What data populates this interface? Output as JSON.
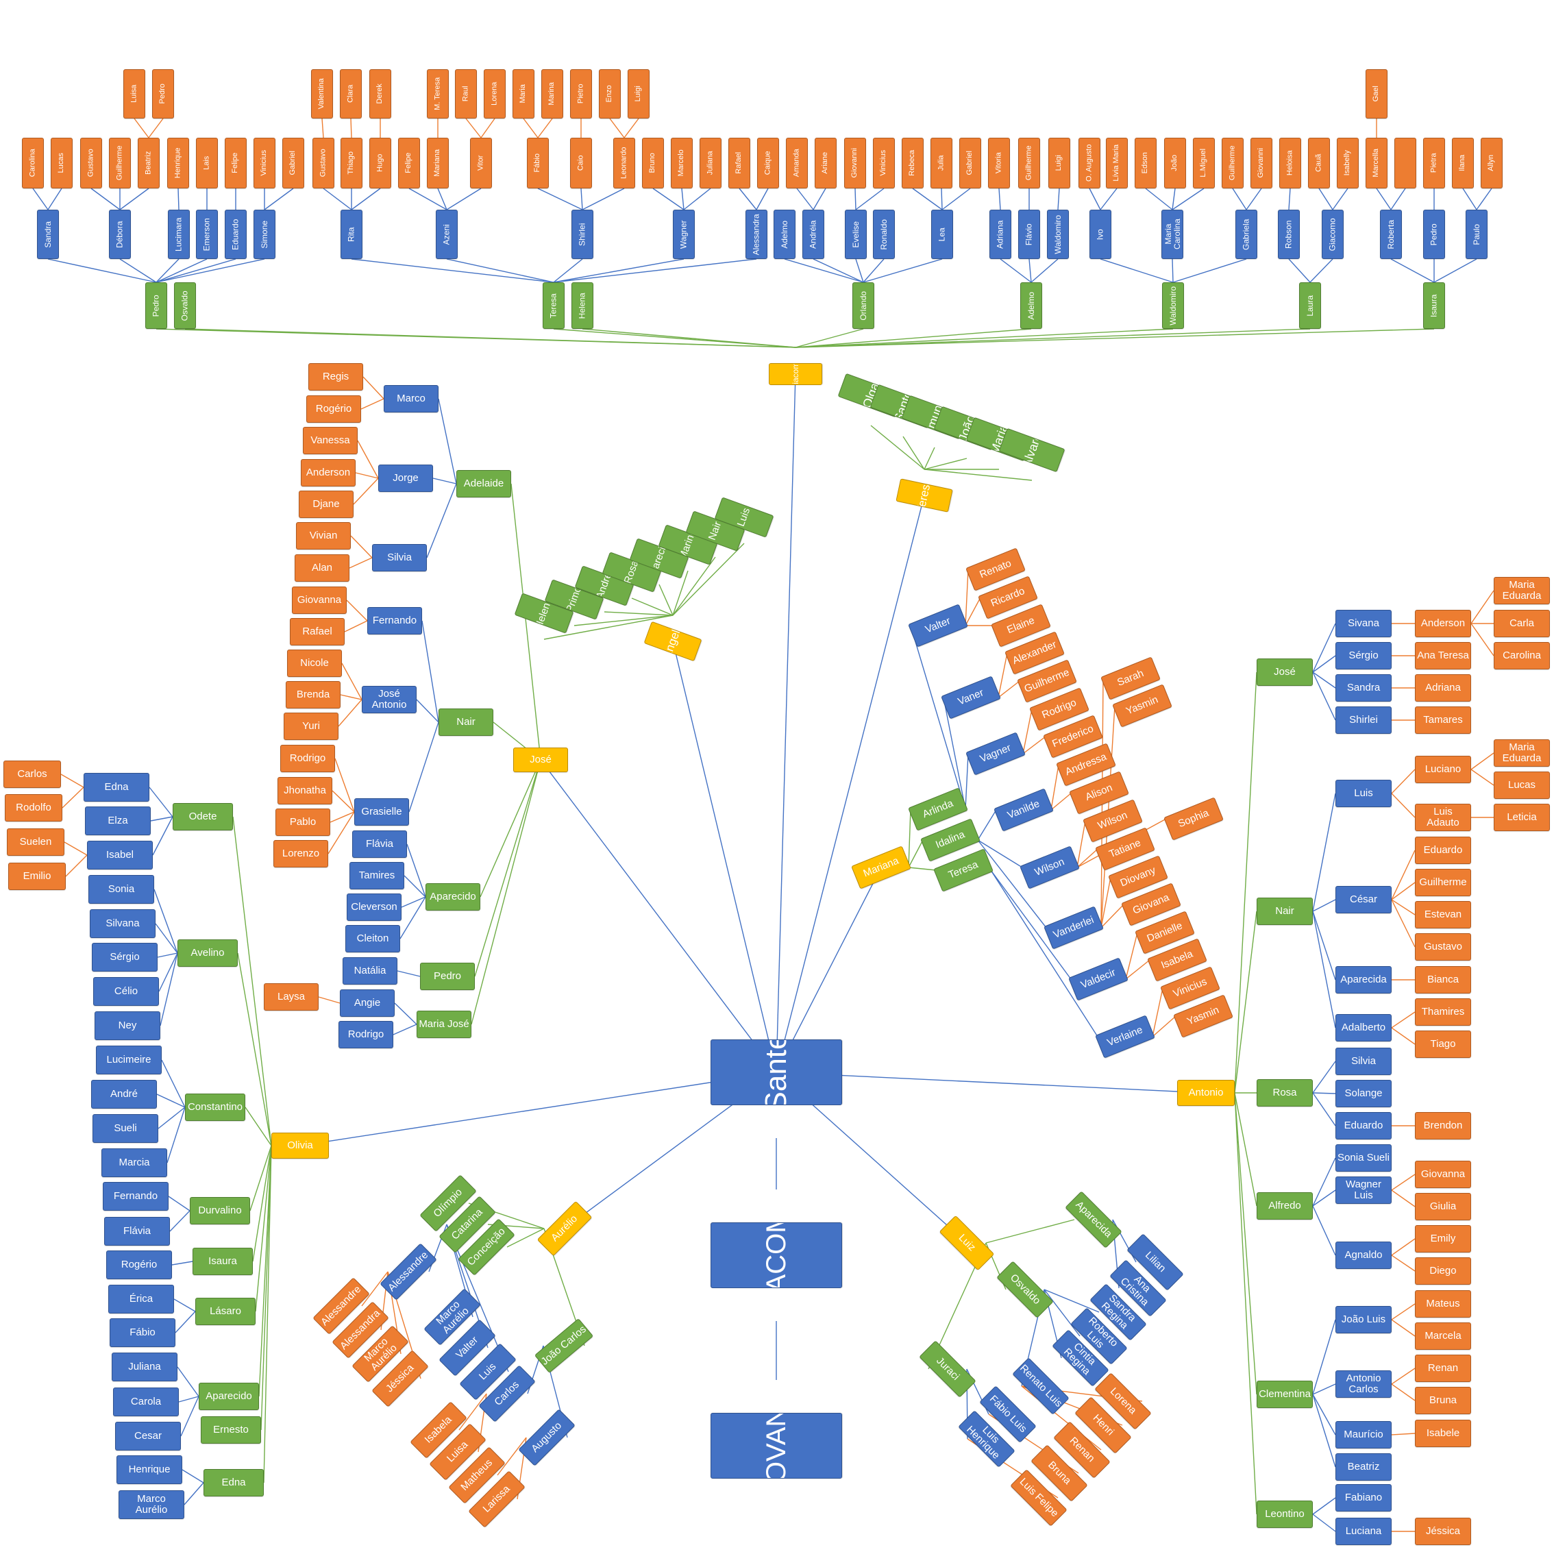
{
  "colors": {
    "person": "#4472c4",
    "grandchild": "#ed7d31",
    "child": "#70ad47",
    "branch": "#ffc000"
  },
  "center": {
    "name": "Sante",
    "title_top": "GIACOMO",
    "title_bottom": "GIOVANNI"
  },
  "branches": {
    "giacomo": "Giacomo",
    "teresa": "Teresa",
    "angela": "Angela",
    "jose": "José",
    "mariana": "Mariana",
    "olivia": "Olivia",
    "aurelio": "Aurélio",
    "luiz": "Luiz",
    "antonio": "Antonio"
  },
  "top": {
    "children": [
      "Pedro",
      "Osvaldo",
      "Teresa",
      "Helena",
      "Orlando",
      "Adelmo",
      "Waldomiro",
      "Laura",
      "Isaura"
    ],
    "l2": [
      "Sandra",
      "Débora",
      "Lucimara",
      "Emerson",
      "Eduardo",
      "Simone",
      "Rita",
      "Azeni",
      "Shirlei",
      "Wagner",
      "Alessandra",
      "Adelmo",
      "Andréia",
      "Evelise",
      "Ronaldo",
      "Lea",
      "Adriana",
      "Flávio",
      "Waldomiro",
      "Ivo",
      "Maria\nCarolina",
      "Gabriela",
      "Robson",
      "Giacomo",
      "Roberta",
      "Pedro",
      "Paulo"
    ],
    "l3": [
      "Carolina",
      "Lucas",
      "Gustavo",
      "Guilherme",
      "Beatriz",
      "Henrique",
      "Lais",
      "Felipe",
      "Vinicius",
      "Gabriel",
      "Gustavo",
      "Thiago",
      "Hugo",
      "Felipe",
      "Mariana",
      "Vitor",
      "Fábio",
      "Caio",
      "Leonardo",
      "Bruno",
      "Marcelo",
      "Juliana",
      "Rafael",
      "Caique",
      "Amanda",
      "Ariane",
      "Giovanni",
      "Vinicius",
      "Rebeca",
      "Julia",
      "Gabriel",
      "Vitoria",
      "Guilherme",
      "Luigi",
      "O. Augusto",
      "Lívia Maria",
      "Edson",
      "João",
      "L.Miguel",
      "Guilherme",
      "Giovanni",
      "Heloisa",
      "Cauã",
      "Isabelly",
      "Marcella",
      "",
      "Pietra",
      "Ilana",
      "Allyn"
    ],
    "l4": [
      "Luisa",
      "Pedro",
      "Valentina",
      "Clara",
      "Derek",
      "M. Teresa",
      "Raul",
      "Lorena",
      "Maria",
      "Marina",
      "Pietro",
      "Enzo",
      "Luigi",
      "Gael"
    ]
  },
  "teresa_children": [
    "Olga",
    "Santo",
    "Edmundo",
    "João",
    "Maria",
    "Álvaro"
  ],
  "angela_children": [
    "Helena",
    "Primo",
    "André",
    "Rosa",
    "Aparecida",
    "Marino",
    "Nair",
    "Luis"
  ],
  "jose": {
    "children": [
      "Adelaide",
      "Nair",
      "Aparecido",
      "Pedro",
      "Maria José"
    ],
    "l2": [
      "Marco",
      "Jorge",
      "Silvia",
      "Fernando",
      "José\nAntonio",
      "Grasielle",
      "Flávia",
      "Tamires",
      "Cleverson",
      "Cleiton",
      "Natália",
      "Angie",
      "Rodrigo"
    ],
    "l3": [
      "Regis",
      "Rogério",
      "Vanessa",
      "Anderson",
      "Djane",
      "Vivian",
      "Alan",
      "Giovanna",
      "Rafael",
      "Nicole",
      "Brenda",
      "Yuri",
      "Rodrigo",
      "Jhonatha",
      "Pablo",
      "Lorenzo",
      "Laysa"
    ]
  },
  "mariana": {
    "children": [
      "Arlinda",
      "Idalina",
      "Teresa"
    ],
    "l2": [
      "Valter",
      "Vaner",
      "Vagner",
      "Vanilde",
      "Wilson",
      "Vanderlei",
      "Valdecir",
      "Verlaine"
    ],
    "l3": [
      "Renato",
      "Ricardo",
      "Elaine",
      "Alexander",
      "Guilherme",
      "Rodrigo",
      "Frederico",
      "Andressa",
      "Alison",
      "Wilson",
      "Tatiane",
      "Diovany",
      "Giovana",
      "Danielle",
      "Isabela",
      "Vinicius",
      "Yasmin",
      "Sarah",
      "Yasmin",
      "Sophia"
    ]
  },
  "olivia": {
    "children": [
      "Odete",
      "Avelino",
      "Constantino",
      "Durvalino",
      "Isaura",
      "Lásaro",
      "Aparecido",
      "Ernesto",
      "Edna"
    ],
    "l2": [
      "Edna",
      "Elza",
      "Isabel",
      "Sonia",
      "Silvana",
      "Sérgio",
      "Célio",
      "Ney",
      "Lucimeire",
      "André",
      "Sueli",
      "Marcia",
      "Fernando",
      "Flávia",
      "Rogério",
      "Érica",
      "Fábio",
      "Juliana",
      "Carola",
      "Cesar",
      "Henrique",
      "Marco\nAurélio"
    ],
    "l3": [
      "Carlos",
      "Rodolfo",
      "Suelen",
      "Emilio"
    ]
  },
  "aurelio": {
    "children": [
      "Olímpio",
      "Catarina",
      "Conceição",
      "João Carlos"
    ],
    "l2": [
      "Alessandre",
      "Marco\nAurélio",
      "Valter",
      "Luis",
      "Carlos",
      "Augusto"
    ],
    "l3": [
      "Alessandre",
      "Alessandra",
      "Marco\nAurélio",
      "Jéssica",
      "Isabela",
      "Luisa",
      "Matheus",
      "Larissa"
    ]
  },
  "luiz": {
    "children": [
      "Aparecida",
      "Osvaldo",
      "Juraci"
    ],
    "l2": [
      "Lilian",
      "Ana\nCristina",
      "Sandra\nRegina",
      "Roberto\nLuis",
      "Cintia\nRegina",
      "Renato Luis",
      "Fábio Luis",
      "Luis\nHenrique"
    ],
    "l3": [
      "Lorena",
      "Henri",
      "Renan",
      "Bruna",
      "Luis Felipe"
    ]
  },
  "antonio": {
    "children": [
      "José",
      "Nair",
      "Rosa",
      "Alfredo",
      "Clementina",
      "Leontino"
    ],
    "l2": [
      "Sivana",
      "Sérgio",
      "Sandra",
      "Shirlei",
      "Luis",
      "César",
      "Aparecida",
      "Adalberto",
      "Silvia",
      "Solange",
      "Eduardo",
      "Sonia Sueli",
      "Wagner\nLuis",
      "Agnaldo",
      "João Luis",
      "Antonio\nCarlos",
      "Maurício",
      "Beatriz",
      "Fabiano",
      "Luciana"
    ],
    "l3": [
      "Anderson",
      "Ana Teresa",
      "Adriana",
      "Tamares",
      "Luciano",
      "Luis\nAdauto",
      "Eduardo",
      "Guilherme",
      "Estevan",
      "Gustavo",
      "Bianca",
      "Thamires",
      "Tiago",
      "Brendon",
      "Giovanna",
      "Giulia",
      "Emily",
      "Diego",
      "Mateus",
      "Marcela",
      "Renan",
      "Bruna",
      "Isabele",
      "Jéssica"
    ],
    "l4": [
      "Maria\nEduarda",
      "Carla",
      "Carolina",
      "Maria\nEduarda",
      "Lucas",
      "Leticia"
    ]
  }
}
